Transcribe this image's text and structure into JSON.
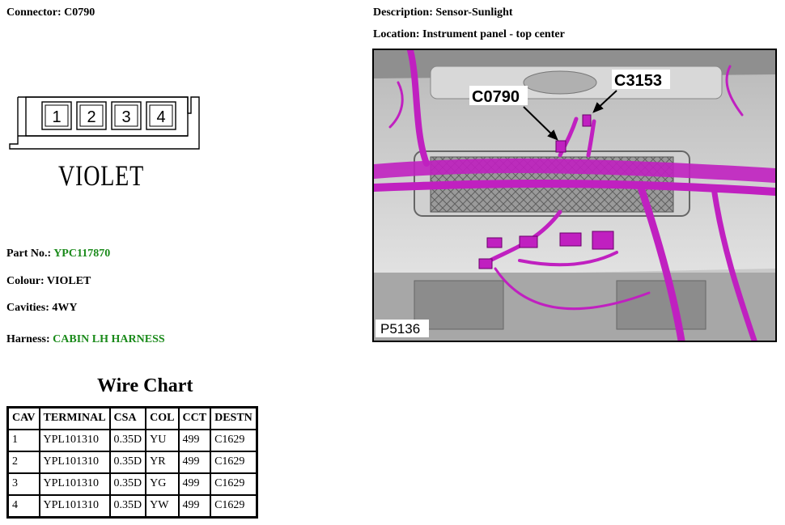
{
  "connector_line": "Connector: C0790",
  "connector": {
    "cavities": [
      "1",
      "2",
      "3",
      "4"
    ],
    "color_name": "VIOLET"
  },
  "part_no": {
    "label": "Part No.: ",
    "value": "YPC117870"
  },
  "colour_line": "Colour: VIOLET",
  "cavities_line": "Cavities: 4WY",
  "harness": {
    "label": "Harness: ",
    "value": "CABIN LH HARNESS"
  },
  "description_line": "Description: Sensor-Sunlight",
  "location_line": "Location: Instrument panel - top center",
  "wire_chart": {
    "title": "Wire Chart",
    "headers": [
      "CAV",
      "TERMINAL",
      "CSA",
      "COL",
      "CCT",
      "DESTN"
    ],
    "rows": [
      [
        "1",
        "YPL101310",
        "0.35D",
        "YU",
        "499",
        "C1629"
      ],
      [
        "2",
        "YPL101310",
        "0.35D",
        "YR",
        "499",
        "C1629"
      ],
      [
        "3",
        "YPL101310",
        "0.35D",
        "YG",
        "499",
        "C1629"
      ],
      [
        "4",
        "YPL101310",
        "0.35D",
        "YW",
        "499",
        "C1629"
      ]
    ]
  },
  "photo": {
    "callouts": [
      "C0790",
      "C3153"
    ],
    "figure_id": "P5136",
    "harness_color": "#c020c0"
  },
  "colors": {
    "link_green": "#1a8a1a"
  }
}
